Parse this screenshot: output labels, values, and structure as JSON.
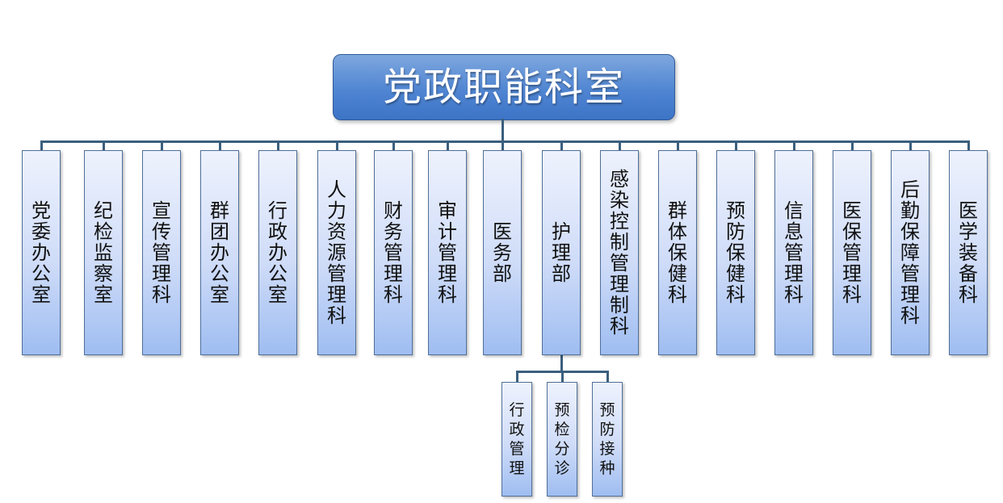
{
  "root": "党政职能科室",
  "departments": [
    "党委办公室",
    "纪检监察室",
    "宣传管理科",
    "群团办公室",
    "行政办公室",
    "人力资源管理科",
    "财务管理科",
    "审计管理科",
    "医务部",
    "护理部",
    "感染控制管理制科",
    "群体保健科",
    "预防保健科",
    "信息管理科",
    "医保管理科",
    "后勤保障管理科",
    "医学装备科"
  ],
  "sub_departments": {
    "parent": "护理部",
    "items": [
      "行政管理",
      "预检分诊",
      "预防接种"
    ]
  },
  "colors": {
    "root_fill": "#4f85d2",
    "box_fill_top": "#eef2fd",
    "box_fill_bottom": "#9fbdf1",
    "connector": "#3a5f7e"
  }
}
